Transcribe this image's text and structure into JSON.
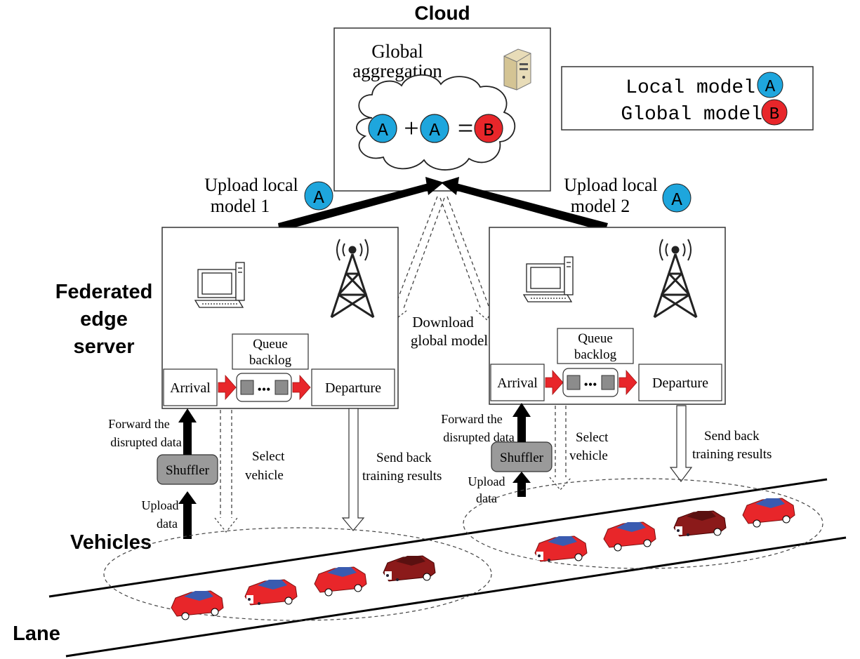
{
  "colors": {
    "local_model": "#1ea6dd",
    "global_model": "#e8262a",
    "arrow_red": "#e8262a",
    "car_red": "#e8262a",
    "car_dark": "#8b1a1a",
    "car_window": "#3a5bb0",
    "shuffler_fill": "#9a9a9a",
    "queue_square": "#8c8c8c"
  },
  "title": "Cloud",
  "cloud_box": {
    "label_line1": "Global",
    "label_line2": "aggregation",
    "icon": "server-icon"
  },
  "equation": {
    "operand1": "A",
    "plus": "+",
    "operand2": "A",
    "equals": "=",
    "result": "B"
  },
  "legend": {
    "local_label": "Local model",
    "local_symbol": "A",
    "global_label": "Global model",
    "global_symbol": "B"
  },
  "uploads": {
    "left_line1": "Upload local",
    "left_line2": "model 1",
    "left_symbol": "A",
    "right_line1": "Upload local",
    "right_line2": "model 2",
    "right_symbol": "A"
  },
  "download": {
    "line1": "Download",
    "line2": "global model"
  },
  "layer_labels": {
    "edge_line1": "Federated",
    "edge_line2": "edge",
    "edge_line3": "server",
    "vehicles": "Vehicles",
    "lane": "Lane"
  },
  "servers": [
    {
      "queue_line1": "Queue",
      "queue_line2": "backlog",
      "arrival": "Arrival",
      "departure": "Departure",
      "dots": "•••",
      "icons": [
        "computer-icon",
        "tower-icon"
      ]
    },
    {
      "queue_line1": "Queue",
      "queue_line2": "backlog",
      "arrival": "Arrival",
      "departure": "Departure",
      "dots": "•••",
      "icons": [
        "computer-icon",
        "tower-icon"
      ]
    }
  ],
  "flows": {
    "forward_line1": "Forward the",
    "forward_line2": "disrupted data",
    "shuffler": "Shuffler",
    "upload_line1": "Upload",
    "upload_line2": "data",
    "select_line1": "Select",
    "select_line2": "vehicle",
    "send_line1": "Send back",
    "send_line2": "training results"
  }
}
